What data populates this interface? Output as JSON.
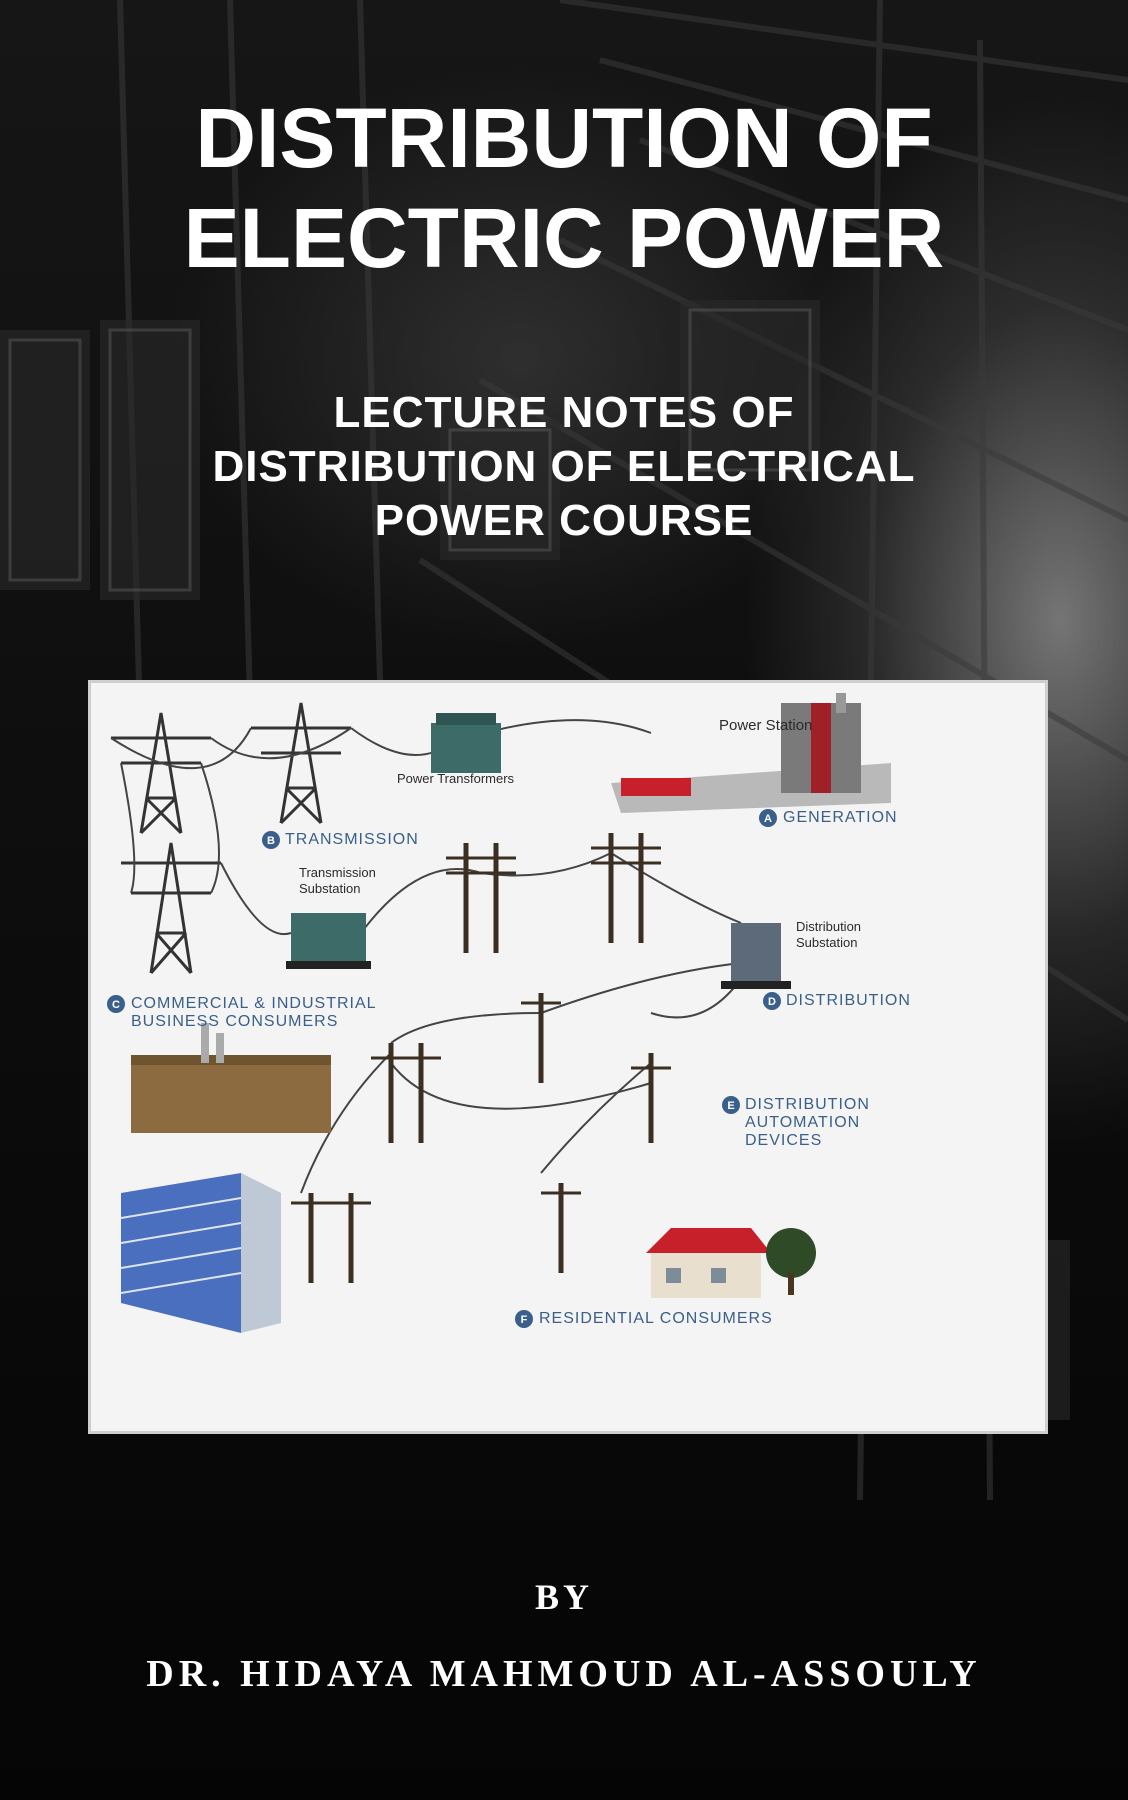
{
  "cover": {
    "title_line1": "DISTRIBUTION OF",
    "title_line2": "ELECTRIC POWER",
    "subtitle_line1": "LECTURE NOTES OF",
    "subtitle_line2": "DISTRIBUTION OF ELECTRICAL",
    "subtitle_line3": "POWER COURSE",
    "by": "BY",
    "author": "DR. HIDAYA MAHMOUD AL-ASSOULY"
  },
  "diagram": {
    "labels": {
      "power_station": "Power Station",
      "power_transformers": "Power Transformers",
      "generation": "GENERATION",
      "transmission": "TRANSMISSION",
      "transmission_substation_1": "Transmission",
      "transmission_substation_2": "Substation",
      "distribution_substation_1": "Distribution",
      "distribution_substation_2": "Substation",
      "commercial_1": "COMMERCIAL & INDUSTRIAL",
      "commercial_2": "BUSINESS CONSUMERS",
      "distribution": "DISTRIBUTION",
      "automation_1": "DISTRIBUTION",
      "automation_2": "AUTOMATION",
      "automation_3": "DEVICES",
      "residential": "RESIDENTIAL CONSUMERS"
    },
    "markers": {
      "a": "A",
      "b": "B",
      "c": "C",
      "d": "D",
      "e": "E",
      "f": "F"
    }
  },
  "colors": {
    "background": "#0b0b0b",
    "text": "#ffffff",
    "diagram_bg": "#f4f4f4",
    "marker_blue": "#3a5f8a",
    "roof_red": "#c8202a"
  }
}
